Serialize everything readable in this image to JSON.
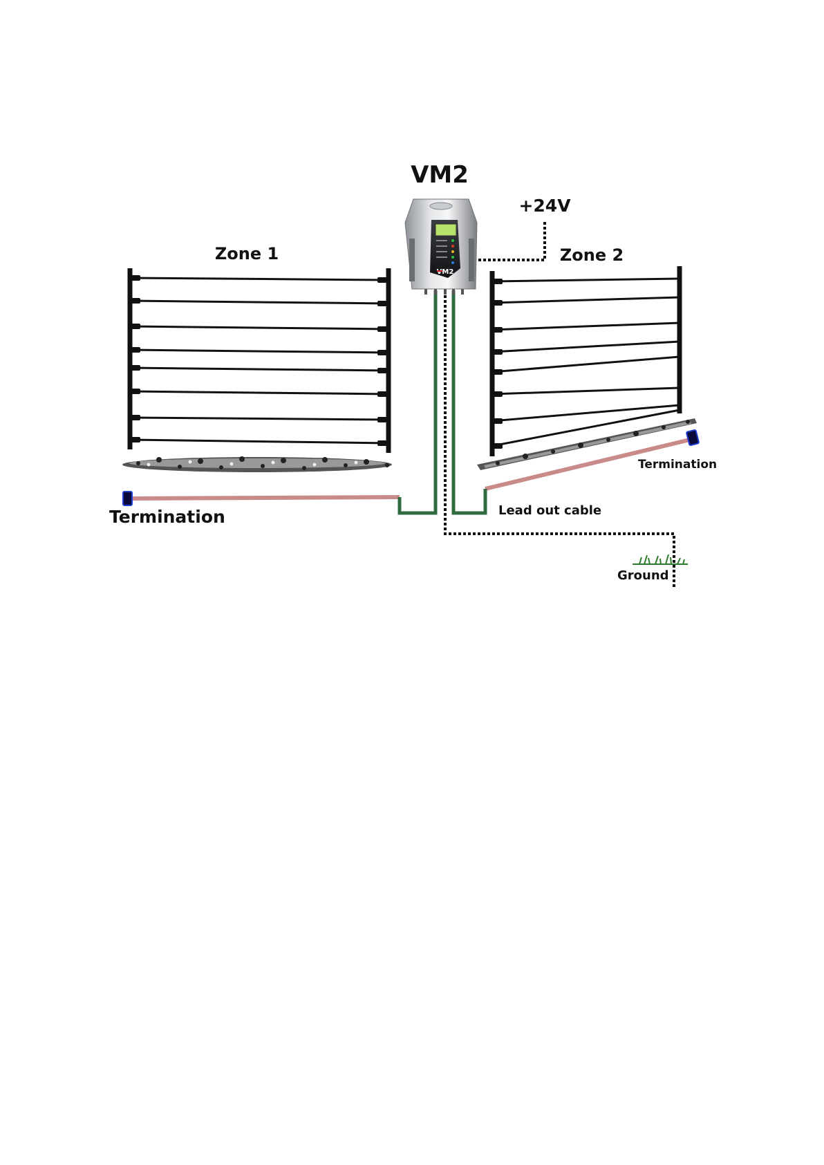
{
  "title": "VM2",
  "labels": {
    "power": "+24V",
    "zone1": "Zone 1",
    "zone2": "Zone 2",
    "termination_left": "Termination",
    "termination_right": "Termination",
    "lead_out_cable": "Lead out cable",
    "ground": "Ground"
  },
  "device": {
    "logo_text": "VM2"
  },
  "colors": {
    "lead_out_cable": "#2f6b3f",
    "sense_cable": "#c98a8a",
    "termination_box": "#0a0a3a",
    "termination_border": "#1f3fd0",
    "fence": "#111111",
    "display": "#b9e26a",
    "accent": "#c0202a"
  }
}
